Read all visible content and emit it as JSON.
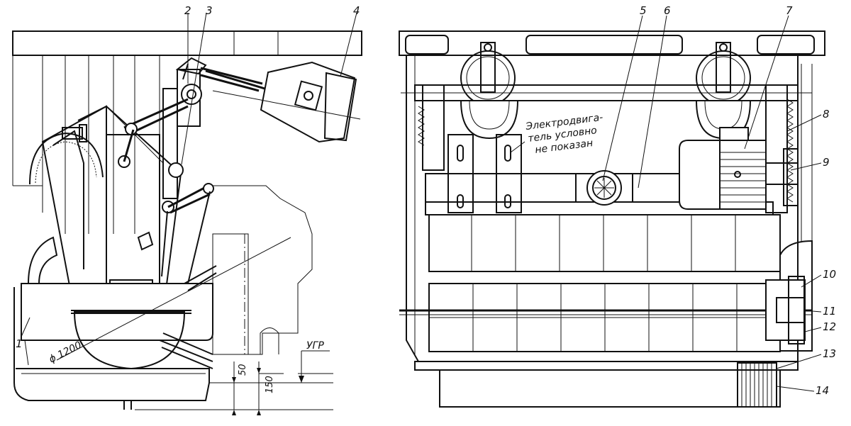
{
  "left_view": {
    "callouts": [
      "1",
      "2",
      "3",
      "4"
    ],
    "diameter_label": "ϕ 1200",
    "dim_small": "50",
    "dim_large": "150",
    "level_label": "УГР"
  },
  "right_view": {
    "callouts": [
      "5",
      "6",
      "7",
      "8",
      "9",
      "10",
      "11",
      "12",
      "13",
      "14"
    ],
    "motor_note": [
      "Электродвига-",
      "тель условно",
      "не показан"
    ]
  }
}
